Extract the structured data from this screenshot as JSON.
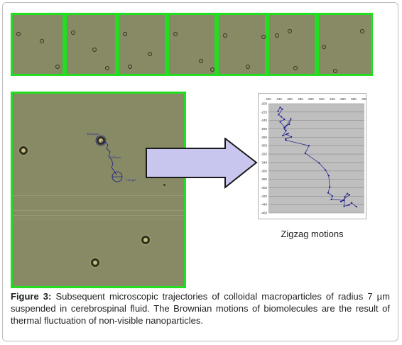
{
  "figure": {
    "caption_label": "Figure 3:",
    "caption_text": " Subsequent microscopic trajectories of colloidal macroparticles of radius 7 µm suspended in cerebrospinal fluid. The Brownian motions of biomolecules are the result of thermal fluctuation of non-visible nanoparticles.",
    "plot_caption": "Zigzag motions"
  },
  "micrograph": {
    "scale_labels": [
      "15.00 µm",
      "7.00 µm",
      "7.00 µm"
    ]
  },
  "colors": {
    "frame_border": "#22dd22",
    "micrograph_bg": "#878a64",
    "arrow_fill": "#c8c6ee",
    "trajectory": "#1c1c8c",
    "plot_bg": "#bfbfbf"
  },
  "chart_data": {
    "type": "line",
    "title": "",
    "xlabel": "",
    "ylabel": "",
    "xlim": [
      420,
      600
    ],
    "ylim": [
      -460,
      -200
    ],
    "x_ticks": [
      "420",
      "440",
      "460",
      "480",
      "500",
      "520",
      "540",
      "560",
      "580",
      "600"
    ],
    "y_ticks": [
      "-200",
      "-220",
      "-240",
      "-260",
      "-280",
      "-300",
      "-320",
      "-340",
      "-360",
      "-380",
      "-400",
      "-420",
      "-440",
      "-460"
    ],
    "grid": true,
    "series": [
      {
        "x": [
          438,
          442,
          446,
          439,
          444,
          450,
          442,
          450,
          454,
          459,
          462,
          450,
          453,
          447,
          457,
          454,
          463,
          452,
          453,
          496,
          489,
          515,
          527,
          533,
          535,
          532,
          540,
          538,
          562,
          556,
          572,
          568,
          563,
          562,
          571,
          576,
          585
        ],
        "y": [
          -218,
          -209,
          -213,
          -226,
          -231,
          -237,
          -243,
          -256,
          -252,
          -249,
          -236,
          -260,
          -264,
          -276,
          -271,
          -273,
          -279,
          -284,
          -287,
          -300,
          -318,
          -341,
          -358,
          -371,
          -398,
          -412,
          -420,
          -428,
          -430,
          -433,
          -417,
          -414,
          -422,
          -444,
          -441,
          -436,
          -445
        ]
      }
    ]
  }
}
